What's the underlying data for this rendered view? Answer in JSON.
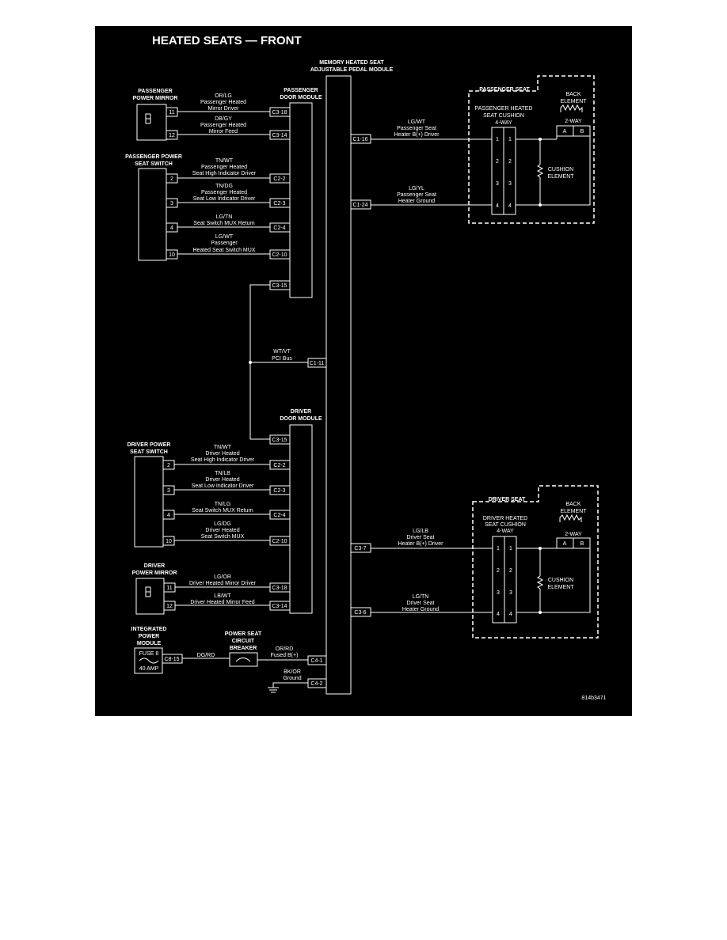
{
  "title": "HEATED SEATS — FRONT",
  "figure_id": "814b3471",
  "memory_module": {
    "line1": "MEMORY HEATED SEAT",
    "line2": "ADJUSTABLE PEDAL MODULE"
  },
  "passenger_door_module": {
    "line1": "PASSENGER",
    "line2": "DOOR MODULE"
  },
  "driver_door_module": {
    "line1": "DRIVER",
    "line2": "DOOR MODULE"
  },
  "passenger_mirror": {
    "line1": "PASSENGER",
    "line2": "POWER MIRROR",
    "pins": [
      "11",
      "12"
    ],
    "wires": [
      {
        "color": "OR/LG",
        "desc1": "Passenger Heated",
        "desc2": "Mirror Driver",
        "conn": "C3-18"
      },
      {
        "color": "DB/GY",
        "desc1": "Passenger Heated",
        "desc2": "Mirror Feed",
        "conn": "C3-14"
      }
    ]
  },
  "passenger_switch": {
    "line1": "PASSENGER POWER",
    "line2": "SEAT SWITCH",
    "pins": [
      "2",
      "3",
      "4",
      "10"
    ],
    "wires": [
      {
        "color": "TN/WT",
        "desc1": "Passenger Heated",
        "desc2": "Seat High Indicator Driver",
        "conn": "C2-2"
      },
      {
        "color": "TN/DG",
        "desc1": "Passenger Heated",
        "desc2": "Seat Low Indicator Driver",
        "conn": "C2-3"
      },
      {
        "color": "LG/TN",
        "desc1": "Seat Switch MUX Return",
        "desc2": "",
        "conn": "C2-4"
      },
      {
        "color": "LG/WT",
        "desc1": "Passenger",
        "desc2": "Heated Seat Switch MUX",
        "conn": "C2-10"
      }
    ]
  },
  "pci_bus": {
    "color": "WT/VT",
    "desc": "PCI Bus",
    "conn_mem": "C1-11",
    "conn_pass": "C3-15",
    "conn_drv": "C3-15"
  },
  "driver_switch": {
    "line1": "DRIVER POWER",
    "line2": "SEAT SWITCH",
    "pins": [
      "2",
      "3",
      "4",
      "10"
    ],
    "wires": [
      {
        "color": "TN/WT",
        "desc1": "Driver Heated",
        "desc2": "Seat High Indicator Driver",
        "conn": "C2-2"
      },
      {
        "color": "TN/LB",
        "desc1": "Driver Heated",
        "desc2": "Seat Low Indicator Driver",
        "conn": "C2-3"
      },
      {
        "color": "TN/LG",
        "desc1": "Seat Switch MUX Return",
        "desc2": "",
        "conn": "C2-4"
      },
      {
        "color": "LG/DG",
        "desc1": "Driver Heated",
        "desc2": "Seat Switch MUX",
        "conn": "C2-10"
      }
    ]
  },
  "driver_mirror": {
    "line1": "DRIVER",
    "line2": "POWER MIRROR",
    "pins": [
      "11",
      "12"
    ],
    "wires": [
      {
        "color": "LG/OR",
        "desc1": "Driver Heated Mirror Driver",
        "conn": "C3-18"
      },
      {
        "color": "LB/WT",
        "desc1": "Driver Heated Mirror Feed",
        "conn": "C3-14"
      }
    ]
  },
  "ipm": {
    "line1": "INTEGRATED",
    "line2": "POWER",
    "line3": "MODULE",
    "fuse1": "FUSE 8",
    "fuse2": "40 AMP",
    "conn": "C8-15"
  },
  "breaker": {
    "line1": "POWER SEAT",
    "line2": "CIRCUIT",
    "line3": "BREAKER",
    "wire_color": "DG/RD"
  },
  "fused_feed": {
    "color": "OR/RD",
    "desc": "Fused B(+)",
    "conn": "C4-1"
  },
  "ground_feed": {
    "color": "BK/OR",
    "desc": "Ground",
    "conn": "C4-2"
  },
  "passenger_seat": {
    "title": "PASSENGER SEAT",
    "cushion1": "PASSENGER HEATED",
    "cushion2": "SEAT CUSHION",
    "cushion3": "4-WAY",
    "pins": [
      "1",
      "2",
      "3",
      "4"
    ],
    "back1": "BACK",
    "back2": "ELEMENT",
    "twoway": "2-WAY",
    "pin_a": "A",
    "pin_b": "B",
    "cush_el1": "CUSHION",
    "cush_el2": "ELEMENT",
    "wire1": {
      "color": "LG/WT",
      "desc1": "Passenger Seat",
      "desc2": "Heater B(+) Driver",
      "conn": "C1-16"
    },
    "wire2": {
      "color": "LG/YL",
      "desc1": "Passenger Seat",
      "desc2": "Heater Ground",
      "conn": "C1-24"
    }
  },
  "driver_seat": {
    "title": "DRIVER SEAT",
    "cushion1": "DRIVER HEATED",
    "cushion2": "SEAT CUSHION",
    "cushion3": "4-WAY",
    "pins": [
      "1",
      "2",
      "3",
      "4"
    ],
    "back1": "BACK",
    "back2": "ELEMENT",
    "twoway": "2-WAY",
    "pin_a": "A",
    "pin_b": "B",
    "cush_el1": "CUSHION",
    "cush_el2": "ELEMENT",
    "wire1": {
      "color": "LG/LB",
      "desc1": "Driver Seat",
      "desc2": "Heater B(+) Driver",
      "conn": "C3-7"
    },
    "wire2": {
      "color": "LG/TN",
      "desc1": "Driver Seat",
      "desc2": "Heater Ground",
      "conn": "C3-6"
    }
  }
}
